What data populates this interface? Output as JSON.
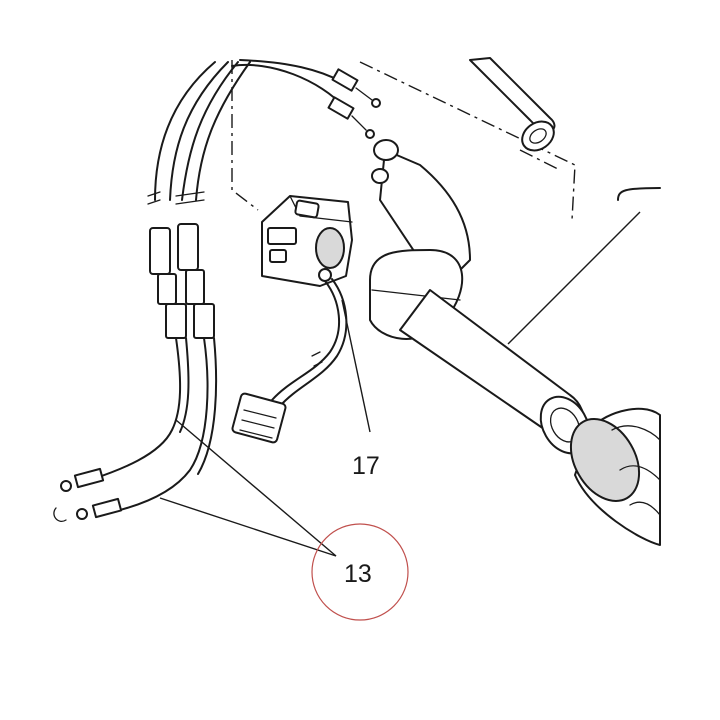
{
  "callouts": [
    {
      "id": "label-17",
      "text": "17"
    },
    {
      "id": "label-13",
      "text": "13"
    }
  ],
  "colors": {
    "line": "#1a1a1a",
    "background": "#ffffff",
    "highlight_circle": "#c0504d",
    "grip_shade": "#d9d9d9"
  }
}
